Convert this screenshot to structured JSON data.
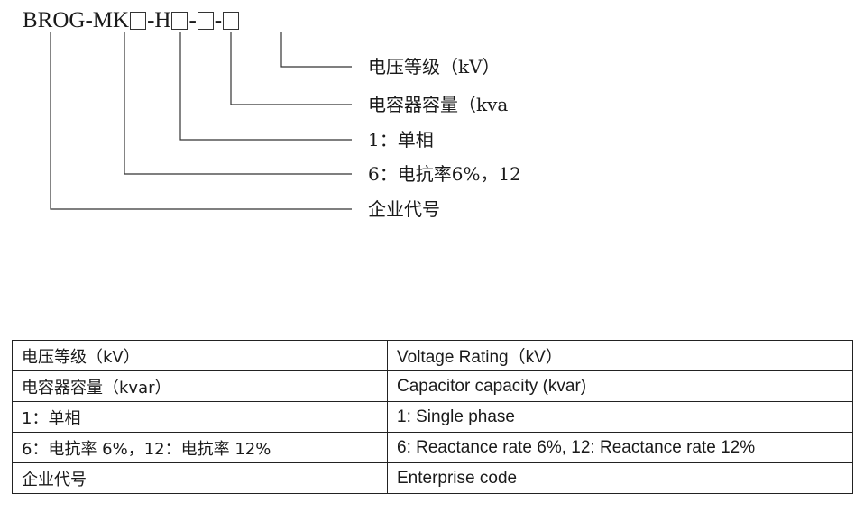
{
  "diagram": {
    "code_prefix": "BROG-MK",
    "code_mid": "-H",
    "code_sep1": "-",
    "code_sep2": "-",
    "labels": [
      "电压等级（kV）",
      "电容器容量（kva",
      "1：单相",
      "6：电抗率6%，12",
      "企业代号"
    ]
  },
  "table": {
    "rows": [
      [
        "电压等级（kV）",
        "Voltage Rating（kV）"
      ],
      [
        "电容器容量（kvar）",
        "Capacitor capacity (kvar)"
      ],
      [
        "1：单相",
        "1: Single phase"
      ],
      [
        "6：电抗率 6%，12：电抗率 12%",
        "6: Reactance rate 6%, 12: Reactance rate 12%"
      ],
      [
        "企业代号",
        "Enterprise code"
      ]
    ]
  }
}
